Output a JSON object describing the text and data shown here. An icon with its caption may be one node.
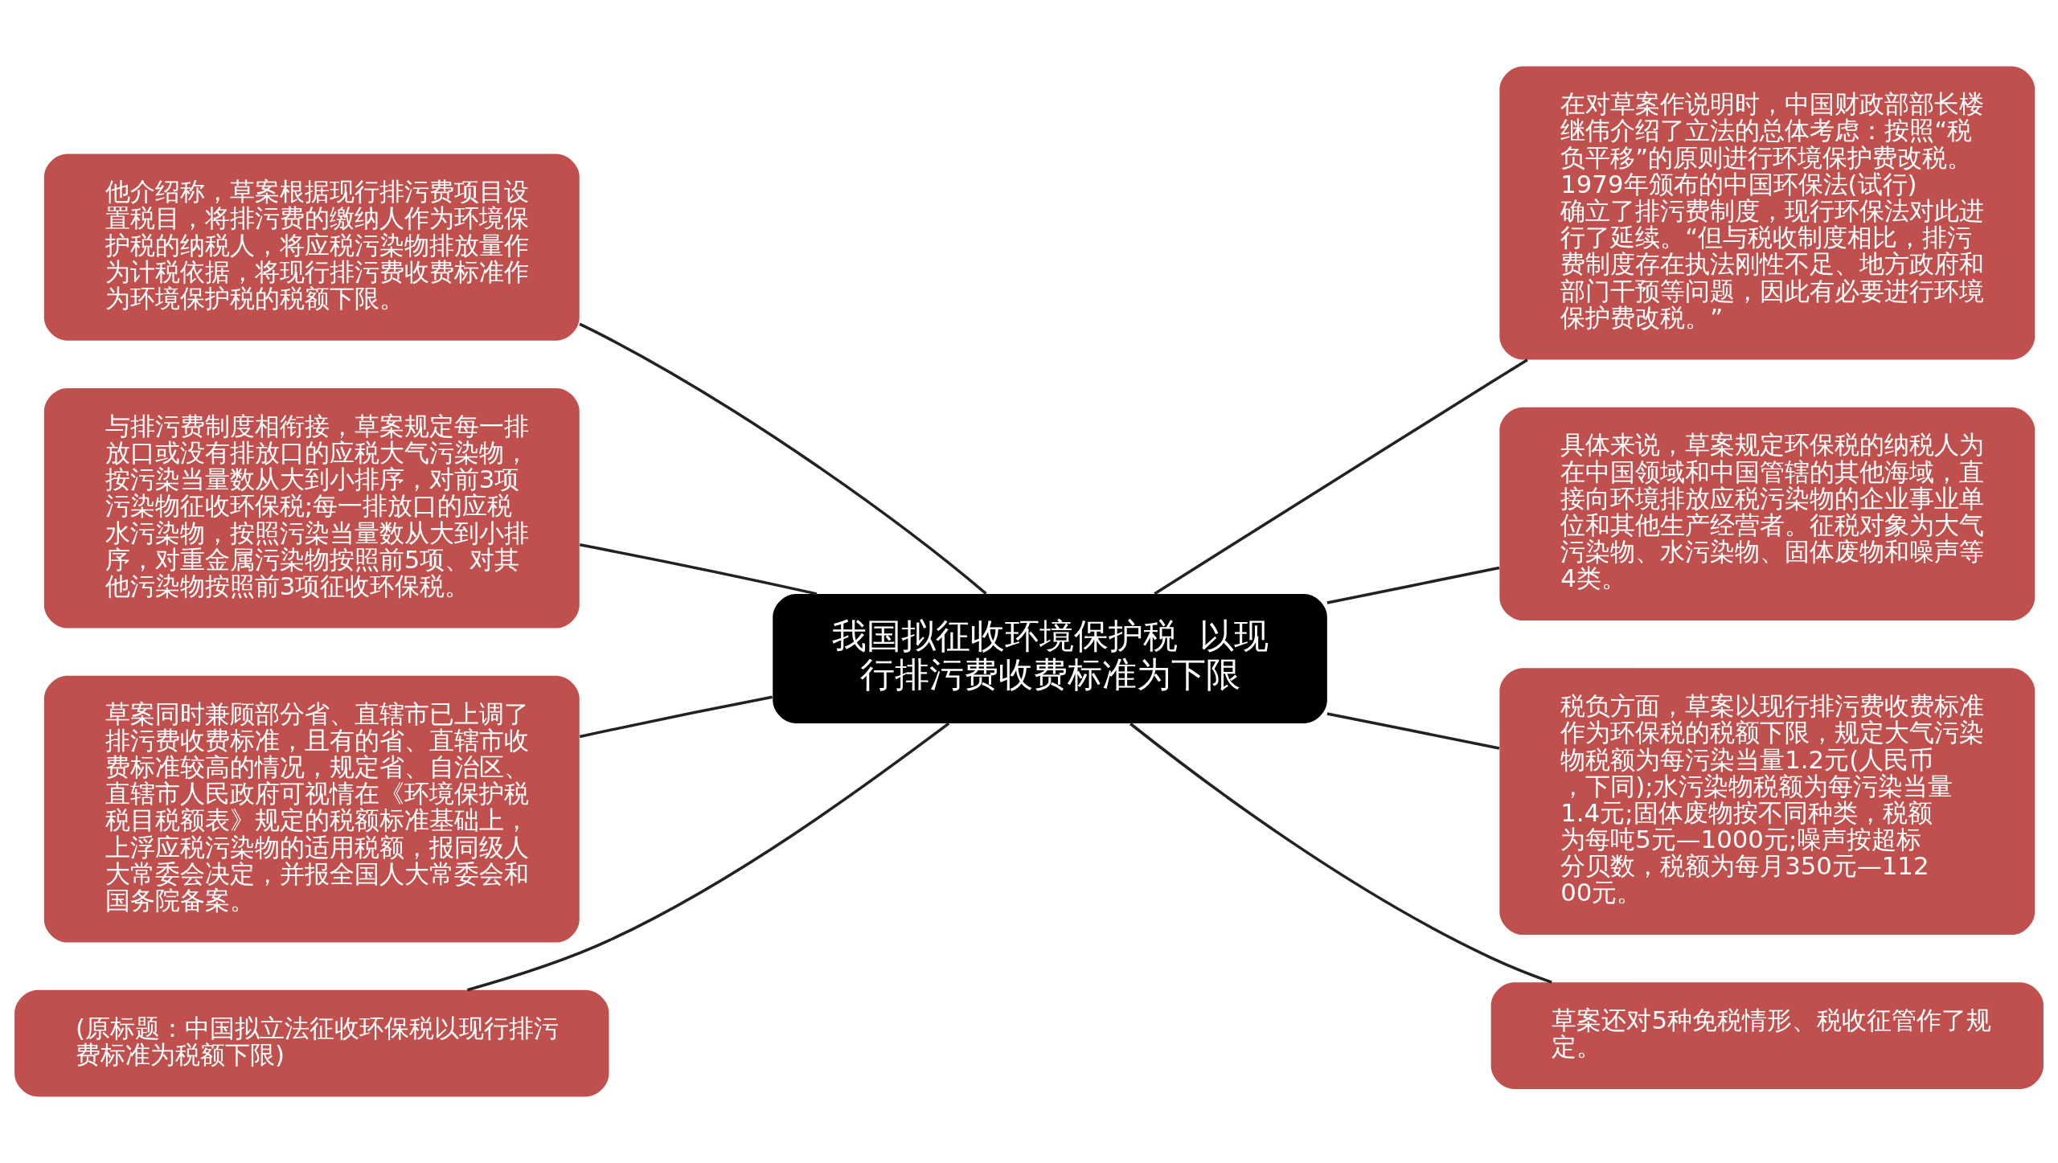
{
  "diagram": {
    "nodes": [
      {
        "text": [
          "我国拟征收环境保护税  以现行排污费收费标准为下限"
        ]
      },
      {
        "text": [
          "他介绍称，草案根据现行排污费项目设置税目，将排污费的缴纳人作为环境保护税的纳税人，将应税污染物排放量作为计税依据，将现行排污费收费标准作为环境保护税的税额下限。"
        ]
      },
      {
        "text": [
          "与排污费制度相衔接，草案规定每一排放口或没有排放口的应税大气污染物，按污染当量数从大到小排序，对前3项污染物征收环保税;每一排放口的应税水污染物，按照污染当量数从大到小排序，对重金属污染物按照前5项、对其他污染物按照前3项征收环保税。"
        ]
      },
      {
        "text": [
          "草案同时兼顾部分省、直辖市已上调了排污费收费标准，且有的省、直辖市收费标准较高的情况，规定省、自治区、直辖市人民政府可视情在《环境保护税税目税额表》规定的税额标准基础上，上浮应税污染物的适用税额，报同级人大常委会决定，并报全国人大常委会和国务院备案。"
        ]
      },
      {
        "text": [
          "(原标题：中国拟立法征收环保税以现行排污费标准为税额下限)"
        ]
      },
      {
        "text": [
          "在对草案作说明时，中国财政部部长楼继伟介绍了立法的总体考虑：按照“税负平移”的原则进行环境保护费改税。1979年颁布的中国环保法(试行)确立了排污费制度，现行环保法对此进行了延续。“但与税收制度相比，排污费制度存在执法刚性不足、地方政府和部门干预等问题，因此有必要进行环境保护费改税。”"
        ]
      },
      {
        "text": [
          "具体来说，草案规定环保税的纳税人为在中国领域和中国管辖的其他海域，直接向环境排放应税污染物的企业事业单位和其他生产经营者。征税对象为大气污染物、水污染物、固体废物和噪声等4类。"
        ]
      },
      {
        "text": [
          "税负方面，草案以现行排污费收费标准作为环保税的税额下限，规定大气污染物税额为每污染当量1.2元(人民币，下同);水污染物税额为每污染当量1.4元;固体废物按不同种类，税额为每吨5元—1000元;噪声按超标分贝数，税额为每月350元—11200元。"
        ]
      },
      {
        "text": [
          "草案还对5种免税情形、税收征管作了规定。"
        ]
      }
    ],
    "edges": [
      {
        "from": 0,
        "to": 1,
        "arrow": "none"
      },
      {
        "from": 0,
        "to": 2,
        "arrow": "none"
      },
      {
        "from": 0,
        "to": 3,
        "arrow": "none"
      },
      {
        "from": 0,
        "to": 4,
        "arrow": "none"
      },
      {
        "from": 0,
        "to": 5,
        "arrow": "none"
      },
      {
        "from": 0,
        "to": 6,
        "arrow": "none"
      },
      {
        "from": 0,
        "to": 7,
        "arrow": "none"
      },
      {
        "from": 0,
        "to": 8,
        "arrow": "none"
      }
    ]
  }
}
